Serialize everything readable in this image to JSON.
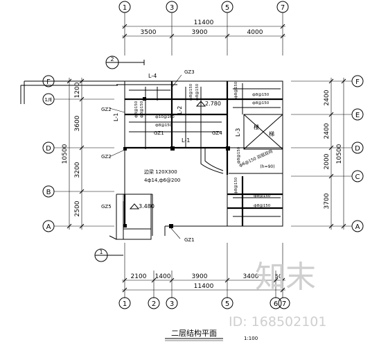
{
  "grid_top": [
    "1",
    "3",
    "5",
    "7"
  ],
  "grid_bottom": [
    "1",
    "2",
    "3",
    "5",
    "6",
    "7"
  ],
  "grid_left": [
    "F",
    "1/E",
    "D",
    "B",
    "A"
  ],
  "grid_right": [
    "F",
    "E",
    "D",
    "C",
    "A"
  ],
  "top_overall": "11400",
  "top_spans": [
    "3500",
    "3900",
    "4000"
  ],
  "bottom_spans": [
    "2100",
    "1400",
    "3900",
    "3400",
    "50"
  ],
  "bottom_overall": "11400",
  "left_overall": "10500",
  "left_spans": [
    "1200",
    "3600",
    "3200",
    "2500"
  ],
  "right_overall": "10500",
  "right_spans": [
    "2400",
    "2400",
    "2000",
    "3700"
  ],
  "section_markers": [
    "2",
    "1"
  ],
  "beams": [
    "L-4",
    "L-1",
    "L-2",
    "L-1",
    "L-3"
  ],
  "columns": [
    "GZ3",
    "GZ2",
    "GZ1",
    "GZ4",
    "GZ2",
    "GZ5",
    "GZ1"
  ],
  "elevations": [
    "2.780",
    "3.480"
  ],
  "rebar_notes": [
    "ф8@150",
    "ф8@150",
    "ф8@150",
    "ф8@150",
    "ф10@160",
    "ф8@150",
    "ф8@150",
    "ф8@150",
    "ф8@150",
    "ф8@150",
    "ф8@150",
    "ф8@150",
    "ф8@150"
  ],
  "stair_labels": [
    "楼",
    "梯"
  ],
  "stair_slab": [
    "ф6@150 双层双向",
    "(h=90)"
  ],
  "edge_beam": [
    "边梁 120X300",
    "4ф14,ф6@200"
  ],
  "title": "二层结构平面",
  "scale": "1:100",
  "watermark_logo": "知末",
  "watermark_id": "ID: 168502101"
}
